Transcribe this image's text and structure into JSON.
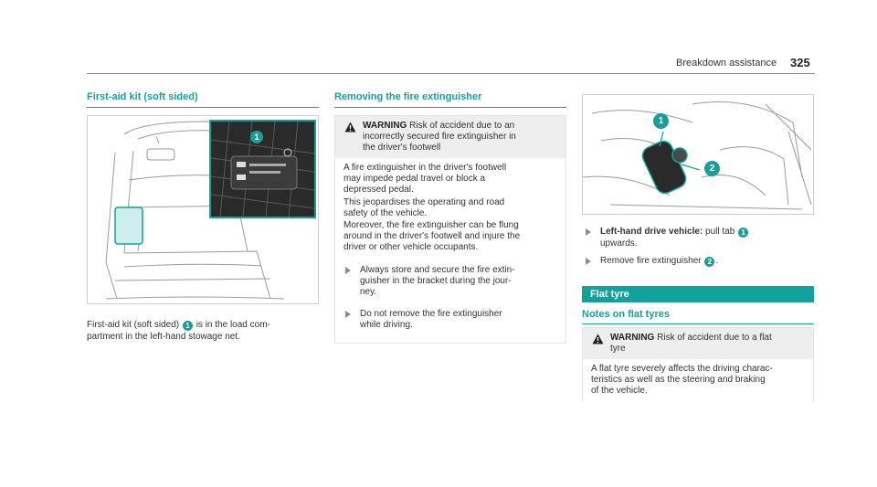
{
  "header": {
    "section": "Breakdown assistance",
    "page": "325"
  },
  "left_column": {
    "title": "First-aid kit (soft sided)",
    "caption_before": "First-aid kit (soft sided)",
    "callout": "1",
    "caption_after": "is in the load com-",
    "caption_line2": "partment in the left-hand stowage net."
  },
  "middle_column": {
    "title": "Removing the fire extinguisher",
    "warning_label": "WARNING",
    "warning_head_line1": "Risk of accident due to an",
    "warning_head_line2": "incorrectly secured fire extinguisher in",
    "warning_head_line3": "the driver's footwell",
    "para1": [
      "A fire extinguisher in the driver's footwell",
      "may impede pedal travel or block a",
      "depressed pedal."
    ],
    "para2": [
      "This jeopardises the operating and road",
      "safety of the vehicle."
    ],
    "para3": [
      "Moreover, the fire extinguisher can be flung",
      "around in the driver's footwell and injure the",
      "driver or other vehicle occupants."
    ],
    "bullet1": [
      "Always store and secure the fire extin-",
      "guisher in the bracket during the jour-",
      "ney."
    ],
    "bullet2": [
      "Do not remove the fire extinguisher",
      "while driving."
    ]
  },
  "right_column": {
    "figure_callouts": [
      "1",
      "2"
    ],
    "step1_bold": "Left-hand drive vehicle:",
    "step1_text": "pull tab",
    "step1_callout": "1",
    "step1_line2": "upwards.",
    "step2_text": "Remove fire extinguisher",
    "step2_callout": "2",
    "step2_end": ".",
    "section_bar": "Flat tyre",
    "subsection_title": "Notes on flat tyres",
    "warning_label": "WARNING",
    "warning_head_line1": "Risk of accident due to a flat",
    "warning_head_line2": "tyre",
    "warning_body": [
      "A flat tyre severely affects the driving charac-",
      "teristics as well as the steering and braking",
      "of the vehicle."
    ]
  },
  "colors": {
    "accent": "#12a29b",
    "warning_bg": "#eeeeee"
  }
}
